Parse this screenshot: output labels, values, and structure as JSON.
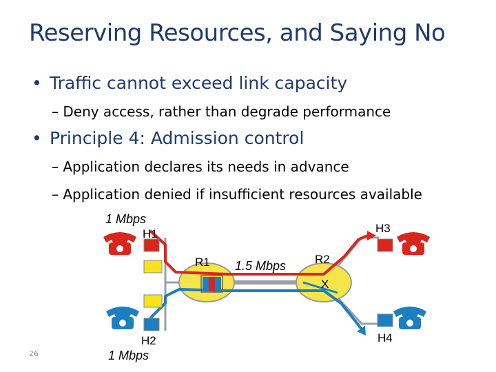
{
  "slide": {
    "title": "Reserving Resources, and Saying No",
    "bullets": [
      {
        "text": "Traffic cannot exceed link capacity",
        "sub": [
          "– Deny access, rather than degrade performance"
        ]
      },
      {
        "text": "Principle 4: Admission control",
        "sub": [
          "– Application declares its needs in advance",
          "– Application denied if insufficient resources available"
        ]
      }
    ],
    "bullet_glyph": "•",
    "page_number": "26"
  },
  "diagram": {
    "top_rate": "1 Mbps",
    "bottom_rate": "1 Mbps",
    "link_rate": "1.5 Mbps",
    "h1": "H1",
    "h2": "H2",
    "h3": "H3",
    "h4": "H4",
    "r1": "R1",
    "r2": "R2",
    "reject_mark": "X",
    "icons": [
      "phone-icon-red-left",
      "phone-icon-blue-left",
      "phone-icon-red-right",
      "phone-icon-blue-right"
    ],
    "colors": {
      "red": "#d9261c",
      "blue": "#1b7fc2",
      "router": "#f5e44a",
      "host_yellow": "#f9e21e"
    }
  }
}
